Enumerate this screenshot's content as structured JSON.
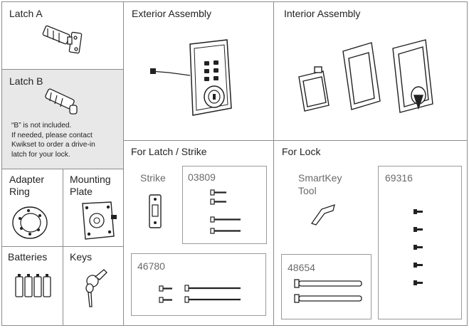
{
  "latch_a": {
    "title": "Latch A"
  },
  "latch_b": {
    "title": "Latch B",
    "note_lines": [
      "“B” is not included.",
      "If needed, please contact",
      "Kwikset to order a drive-in",
      "latch for your lock."
    ]
  },
  "exterior": {
    "title": "Exterior Assembly"
  },
  "interior": {
    "title": "Interior Assembly"
  },
  "adapter_ring": {
    "title_lines": [
      "Adapter",
      "Ring"
    ]
  },
  "mounting_plate": {
    "title_lines": [
      "Mounting",
      "Plate"
    ]
  },
  "batteries": {
    "title": "Batteries"
  },
  "keys": {
    "title": "Keys"
  },
  "latch_strike": {
    "title": "For Latch / Strike",
    "strike_label": "Strike",
    "pack1_number": "03809",
    "pack2_number": "46780"
  },
  "for_lock": {
    "title": "For Lock",
    "smartkey_lines": [
      "SmartKey",
      "Tool"
    ],
    "pack1_number": "48654",
    "pack2_number": "69316"
  }
}
